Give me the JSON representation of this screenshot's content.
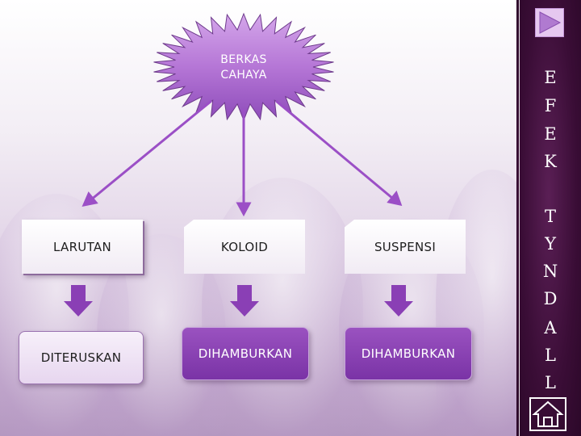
{
  "diagram": {
    "source": {
      "lines": [
        "BERKAS",
        "CAHAYA"
      ]
    },
    "mixtures": [
      {
        "label": "LARUTAN",
        "result": "DITERUSKAN"
      },
      {
        "label": "KOLOID",
        "result": "DIHAMBURKAN"
      },
      {
        "label": "SUSPENSI",
        "result": "DIHAMBURKAN"
      }
    ]
  },
  "sidebar": {
    "letters": [
      "E",
      "F",
      "E",
      "K",
      "T",
      "Y",
      "N",
      "D",
      "A",
      "L",
      "L"
    ],
    "play_icon": "play-triangle-icon",
    "home_icon": "home-icon"
  },
  "colors": {
    "accent_purple": "#8a3fb5",
    "star_purple": "#b97ad6",
    "arrow_purple": "#9b4fc6",
    "sidebar_dark": "#3a0d36"
  }
}
